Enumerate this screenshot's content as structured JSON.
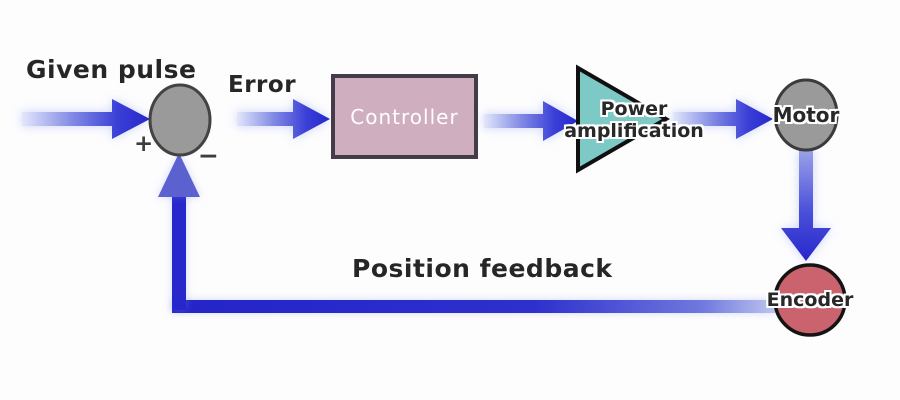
{
  "labels": {
    "given_pulse": "Given pulse",
    "error": "Error",
    "position_feedback": "Position feedback",
    "plus_sign": "+",
    "minus_sign": "−"
  },
  "nodes": {
    "summing_junction": {
      "fill": "#9a9a9a"
    },
    "controller": {
      "label": "Controller",
      "fill": "#cfaec0"
    },
    "power_amplification": {
      "label_line1": "Power",
      "label_line2": "amplification",
      "fill": "#7cc9c5"
    },
    "motor": {
      "label": "Motor",
      "fill": "#9a9a9a"
    },
    "encoder": {
      "label": "Encoder",
      "fill": "#ca636d"
    }
  },
  "colors": {
    "arrow_blue_dark": "#2727cb",
    "arrow_blue_light": "#dde3f8",
    "feedback_arrowhead_blue": "#5c61d0",
    "shape_border_dark": "#3a3a3a"
  }
}
